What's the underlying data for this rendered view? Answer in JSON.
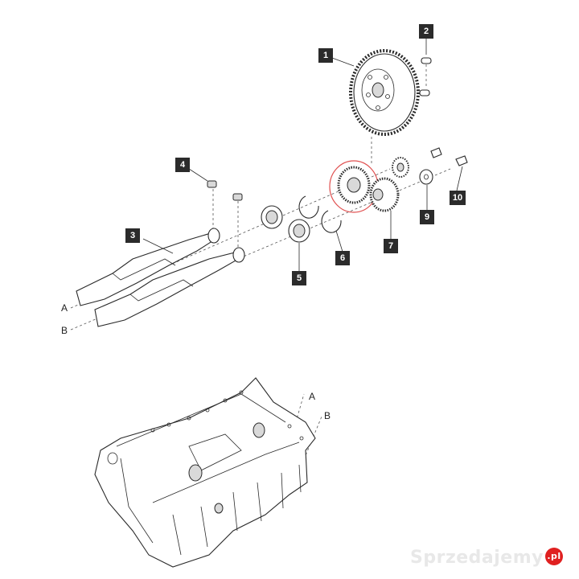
{
  "callouts": {
    "c1": "1",
    "c2": "2",
    "c3": "3",
    "c4": "4",
    "c5": "5",
    "c6": "6",
    "c7": "7",
    "c9": "9",
    "c10": "10"
  },
  "axis_labels": {
    "shaft_a": "A",
    "shaft_b": "B",
    "housing_a": "A",
    "housing_b": "B"
  },
  "watermark": {
    "text": "Sprzedajemy",
    "suffix": ".pl"
  },
  "colors": {
    "callout_bg": "#2b2b2b",
    "line": "#2a2a2a",
    "highlight_ring": "#e05050",
    "watermark_red": "#e02020"
  }
}
